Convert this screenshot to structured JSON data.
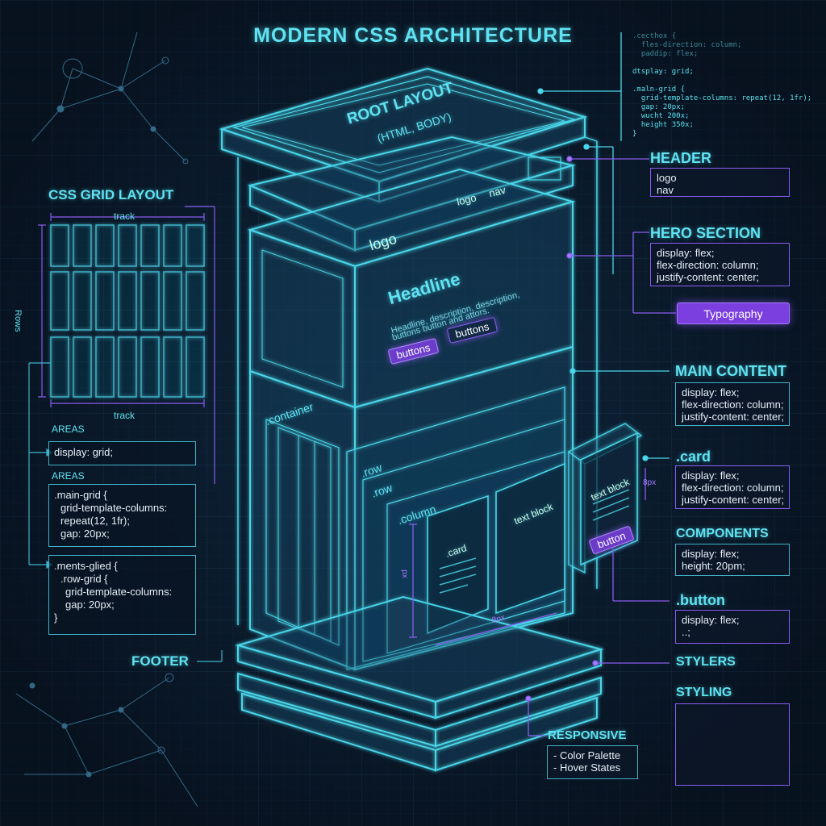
{
  "title": "MODERN CSS ARCHITECTURE",
  "code_snippet": [
    ".cecthox {",
    "  fles-direction: column;",
    "  paddip: flex;",
    "",
    "dtsplay: grid;",
    "",
    ".maln-grid {",
    "  grid-template-columns: repeat(12, 1fr);",
    "  gap: 20px;",
    "  wucht 200x;",
    "  height 350x;",
    "}"
  ],
  "left": {
    "heading": "CSS GRID LAYOUT",
    "track_top": "track",
    "track_bottom": "track",
    "rows_label": "Rows",
    "areas_1": "AREAS",
    "box1": "display: grid;",
    "areas_2": "AREAS",
    "box2": [
      ".main-grid {",
      "grid-template-columns:",
      "repeat(12, 1fr);",
      "gap: 20px;"
    ],
    "box3": [
      ".ments-glied {",
      ".row-grid {",
      "grid-template-columns:",
      "gap: 20px;",
      "}"
    ],
    "footer": "FOOTER"
  },
  "building": {
    "root_title": "ROOT LAYOUT",
    "root_sub": "(HTML, BODY)",
    "logo_small": "logo",
    "nav_small": "nav",
    "logo_big": "logo",
    "headline": "Headline",
    "headline_sub1": "Headline, description, description,",
    "headline_sub2": "buttons button and attors.",
    "button_1": "buttons",
    "button_2": "buttons",
    "container": ".container",
    "row1": ".row",
    "row2": ".row",
    "column": ".column",
    "card": ".card",
    "text_block_1": "text block",
    "text_block_2": "text block",
    "button_3": "button",
    "dim_px": "8px",
    "dim_side": "px",
    "dim_bottom": "8px"
  },
  "right": {
    "header": {
      "title": "HEADER",
      "lines": [
        "logo",
        "nav"
      ]
    },
    "hero": {
      "title": "HERO SECTION",
      "lines": [
        "display: flex;",
        "flex-direction: column;",
        "justify-content: center;"
      ]
    },
    "typography": "Typography",
    "main": {
      "title": "MAIN CONTENT",
      "lines": [
        "display: flex;",
        "flex-direction: column;",
        "justify-content: center;"
      ]
    },
    "card": {
      "title": ".card",
      "lines": [
        "display: flex;",
        "flex-direction: column;",
        "justify-content: center;"
      ]
    },
    "components": {
      "title": "COMPONENTS",
      "lines": [
        "display: flex;",
        "height: 20pm;"
      ]
    },
    "button": {
      "title": ".button",
      "lines": [
        "display: flex;",
        "..;"
      ]
    },
    "stylers": "STYLERS",
    "styling": "STYLING"
  },
  "responsive": {
    "title": "RESPONSIVE",
    "lines": [
      "- Color Palette",
      "- Hover States"
    ]
  },
  "colors": {
    "cyan": "#5ce1f0",
    "purple": "#8a5cf0",
    "bg": "#0b1a2c"
  }
}
